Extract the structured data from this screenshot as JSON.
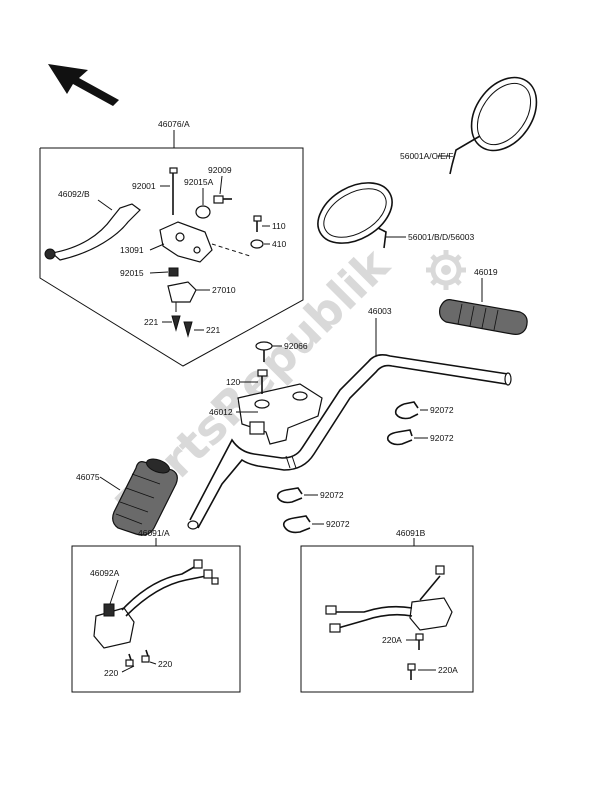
{
  "watermark": "PartsRepublik",
  "labels": {
    "lever_assembly_left": "46076/A",
    "mirror_right": "56001A/C/E/F",
    "mirror_left": "56001/B/D/56003",
    "grip_right": "46019",
    "handlebar": "46003",
    "bolt_top_clamp": "92066",
    "bolt_120": "120",
    "holder": "46012",
    "clamp_1": "92072",
    "clamp_2": "92072",
    "clamp_3": "92072",
    "clamp_4": "92072",
    "grip_left": "46075",
    "switch_left": "46091/A",
    "switch_right": "46091B",
    "lever": "46092/B",
    "bolt_92001": "92001",
    "bolt_92015A": "92015A",
    "bush_92009": "92009",
    "screw_110": "110",
    "nut_410": "410",
    "bracket_13091": "13091",
    "nut_92015": "92015",
    "switch_27010": "27010",
    "screw_221a": "221",
    "screw_221b": "221",
    "lever_46092A": "46092A",
    "screw_220_a": "220",
    "screw_220_b": "220",
    "screw_220A_a": "220A",
    "screw_220A_b": "220A"
  },
  "icons": {
    "front_arrow": "arrow-up-left-icon",
    "watermark_gear": "gear-icon"
  }
}
